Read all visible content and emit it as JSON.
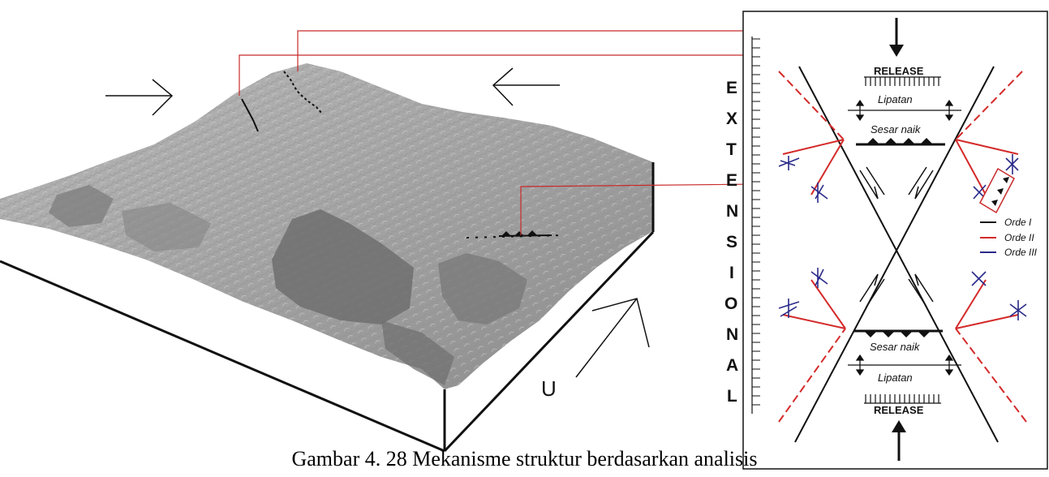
{
  "diagram": {
    "north_label": "U",
    "strain_letters": [
      "E",
      "X",
      "T",
      "E",
      "N",
      "S",
      "I",
      "O",
      "N",
      "A",
      "L"
    ],
    "release_top": "RELEASE",
    "lipatan_top": "Lipatan",
    "sesar_naik_top": "Sesar naik",
    "sesar_naik_bottom": "Sesar naik",
    "lipatan_bottom": "Lipatan",
    "release_bottom": "RELEASE",
    "legend": [
      {
        "label": "Orde I",
        "color": "#111111"
      },
      {
        "label": "Orde II",
        "color": "#d42a2a"
      },
      {
        "label": "Orde III",
        "color": "#2a2a8a"
      }
    ]
  },
  "caption": "Gambar 4. 28 Mekanisme struktur berdasarkan analisis"
}
